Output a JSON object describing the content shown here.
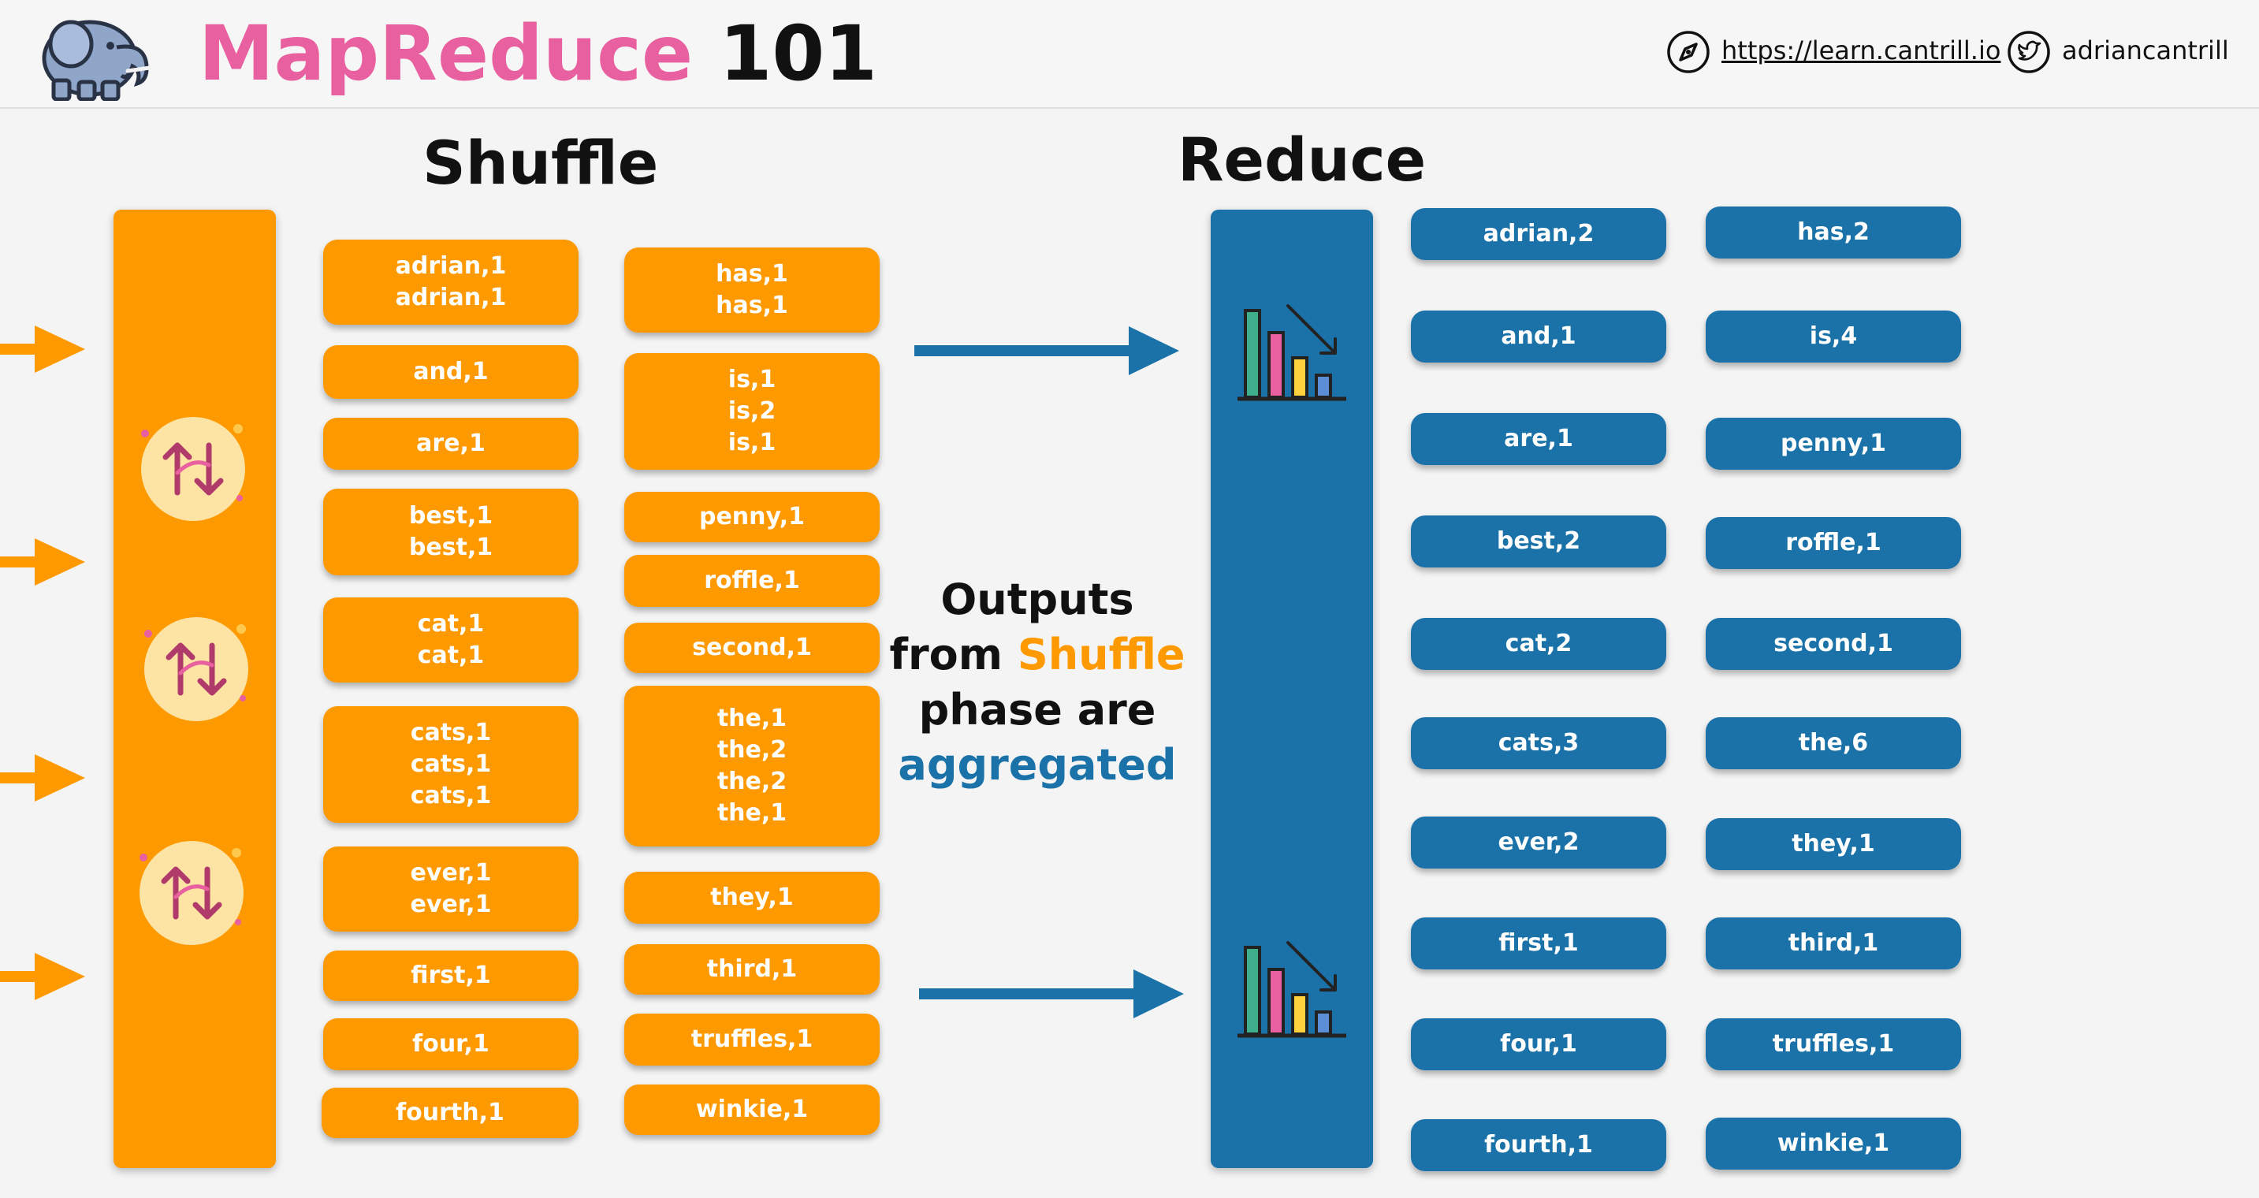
{
  "header": {
    "title_part1": "MapReduce",
    "title_part2": "101",
    "website": "https://learn.cantrill.io",
    "twitter": "adriancantrill",
    "icons": [
      "elephant-logo",
      "compass-icon",
      "twitter-icon"
    ]
  },
  "shuffle": {
    "title": "Shuffle",
    "column1": [
      {
        "lines": [
          "adrian,1",
          "adrian,1"
        ]
      },
      {
        "lines": [
          "and,1"
        ]
      },
      {
        "lines": [
          "are,1"
        ]
      },
      {
        "lines": [
          "best,1",
          "best,1"
        ]
      },
      {
        "lines": [
          "cat,1",
          "cat,1"
        ]
      },
      {
        "lines": [
          "cats,1",
          "cats,1",
          "cats,1"
        ]
      },
      {
        "lines": [
          "ever,1",
          "ever,1"
        ]
      },
      {
        "lines": [
          "first,1"
        ]
      },
      {
        "lines": [
          "four,1"
        ]
      },
      {
        "lines": [
          "fourth,1"
        ]
      }
    ],
    "column2": [
      {
        "lines": [
          "has,1",
          "has,1"
        ]
      },
      {
        "lines": [
          "is,1",
          "is,2",
          "is,1"
        ]
      },
      {
        "lines": [
          "penny,1"
        ]
      },
      {
        "lines": [
          "roffle,1"
        ]
      },
      {
        "lines": [
          "second,1"
        ]
      },
      {
        "lines": [
          "the,1",
          "the,2",
          "the,2",
          "the,1"
        ]
      },
      {
        "lines": [
          "they,1"
        ]
      },
      {
        "lines": [
          "third,1"
        ]
      },
      {
        "lines": [
          "truffles,1"
        ]
      },
      {
        "lines": [
          "winkie,1"
        ]
      }
    ]
  },
  "reduce": {
    "title": "Reduce",
    "column1": [
      "adrian,2",
      "and,1",
      "are,1",
      "best,2",
      "cat,2",
      "cats,3",
      "ever,2",
      "first,1",
      "four,1",
      "fourth,1"
    ],
    "column2": [
      "has,2",
      "is,4",
      "penny,1",
      "roffle,1",
      "second,1",
      "the,6",
      "they,1",
      "third,1",
      "truffles,1",
      "winkie,1"
    ]
  },
  "caption": {
    "line1": "Outputs",
    "line2_a": "from",
    "line2_b": "Shuffle",
    "line3": "phase are",
    "line4": "aggregated"
  },
  "colors": {
    "orange": "#ff9900",
    "blue": "#1a72a9",
    "pink": "#e8609f",
    "arrow_blue": "#1a72a9"
  }
}
